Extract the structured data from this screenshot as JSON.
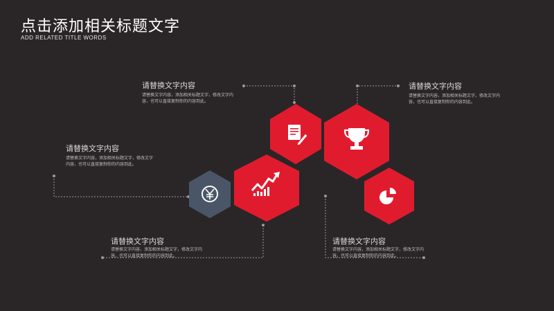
{
  "header": {
    "title": "点击添加相关标题文字",
    "subtitle": "ADD RELATED TITLE WORDS"
  },
  "colors": {
    "background": "#2a2627",
    "accent_red": "#e11b2e",
    "accent_slate": "#4a5668",
    "connector": "#9a9a9a"
  },
  "blocks": [
    {
      "heading": "请替换文字内容",
      "body": "请替换文字内容，添加相关标题文字，修改文字内容，也可以直接复制你的内容到此。"
    },
    {
      "heading": "请替换文字内容",
      "body": "请替换文字内容，添加相关标题文字，修改文字内容，也可以直接复制你的内容到此。"
    },
    {
      "heading": "请替换文字内容",
      "body": "请替换文字内容，添加相关标题文字，修改文字内容，也可以直接复制你的内容到此。"
    },
    {
      "heading": "请替换文字内容",
      "body": "请替换文字内容，添加相关标题文字，修改文字内容，也可以直接复制你的内容到此。"
    },
    {
      "heading": "请替换文字内容",
      "body": "请替换文字内容，添加相关标题文字，修改文字内容，也可以直接复制你的内容到此。"
    }
  ],
  "icons": [
    "document-edit-icon",
    "trophy-icon",
    "rising-chart-icon",
    "pie-chart-icon",
    "yuan-coin-icon"
  ]
}
